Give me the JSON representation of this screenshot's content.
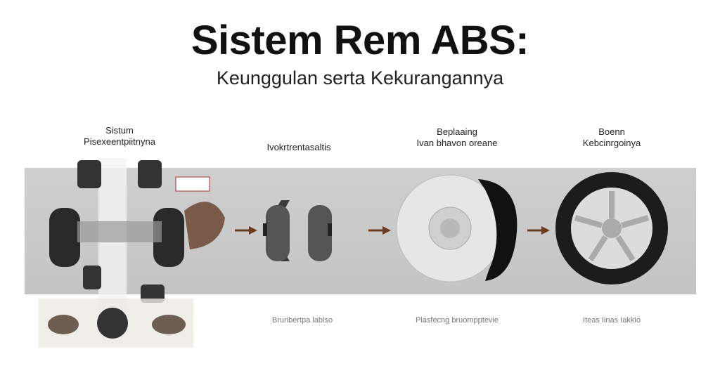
{
  "title": "Sistem Rem ABS:",
  "subtitle": "Keunggulan serta Kekurangannya",
  "stages": [
    {
      "label_line1": "Sistum",
      "label_line2": "Pisexeentpiitnyna"
    },
    {
      "label_line1": "",
      "label_line2": "Ivokrtrentasaltis",
      "caption": "Bruribertpa lablso"
    },
    {
      "label_line1": "Beplaaing",
      "label_line2": "Ivan bhavon oreane",
      "caption": "Plasfecng bruompptevie"
    },
    {
      "label_line1": "Boenn",
      "label_line2": "Kebcinrgoinya",
      "caption": "Iteas Iinas Iakkio"
    }
  ],
  "colors": {
    "band": "#c8c8c8",
    "arrow": "#6b3a1f"
  }
}
